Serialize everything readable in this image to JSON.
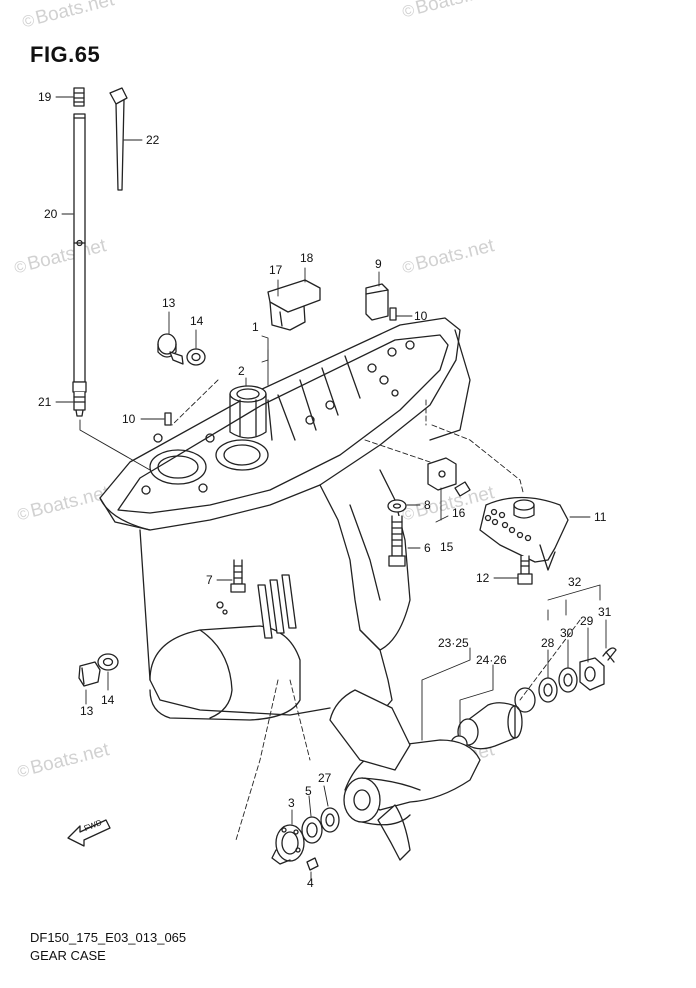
{
  "figure": {
    "title": "FIG.65",
    "code": "DF150_175_E03_013_065",
    "name": "GEAR CASE"
  },
  "watermark": {
    "symbol": "©",
    "text": "Boats.net",
    "color": "#c9c9c9"
  },
  "fwd_arrow_label": "FWD",
  "callouts": [
    {
      "id": "c19",
      "label": "19"
    },
    {
      "id": "c22",
      "label": "22"
    },
    {
      "id": "c20",
      "label": "20"
    },
    {
      "id": "c21",
      "label": "21"
    },
    {
      "id": "c17",
      "label": "17"
    },
    {
      "id": "c18",
      "label": "18"
    },
    {
      "id": "c9",
      "label": "9"
    },
    {
      "id": "c10a",
      "label": "10"
    },
    {
      "id": "c13a",
      "label": "13"
    },
    {
      "id": "c14a",
      "label": "14"
    },
    {
      "id": "c1",
      "label": "1"
    },
    {
      "id": "c2",
      "label": "2"
    },
    {
      "id": "c10b",
      "label": "10"
    },
    {
      "id": "c8",
      "label": "8"
    },
    {
      "id": "c16",
      "label": "16"
    },
    {
      "id": "c15",
      "label": "15"
    },
    {
      "id": "c6",
      "label": "6"
    },
    {
      "id": "c11",
      "label": "11"
    },
    {
      "id": "c7",
      "label": "7"
    },
    {
      "id": "c12",
      "label": "12"
    },
    {
      "id": "c32",
      "label": "32"
    },
    {
      "id": "c31",
      "label": "31"
    },
    {
      "id": "c29",
      "label": "29"
    },
    {
      "id": "c30",
      "label": "30"
    },
    {
      "id": "c28",
      "label": "28"
    },
    {
      "id": "c2325",
      "label": "23·25"
    },
    {
      "id": "c2426",
      "label": "24·26"
    },
    {
      "id": "c13b",
      "label": "13"
    },
    {
      "id": "c14b",
      "label": "14"
    },
    {
      "id": "c27",
      "label": "27"
    },
    {
      "id": "c3",
      "label": "3"
    },
    {
      "id": "c5",
      "label": "5"
    },
    {
      "id": "c4",
      "label": "4"
    }
  ]
}
